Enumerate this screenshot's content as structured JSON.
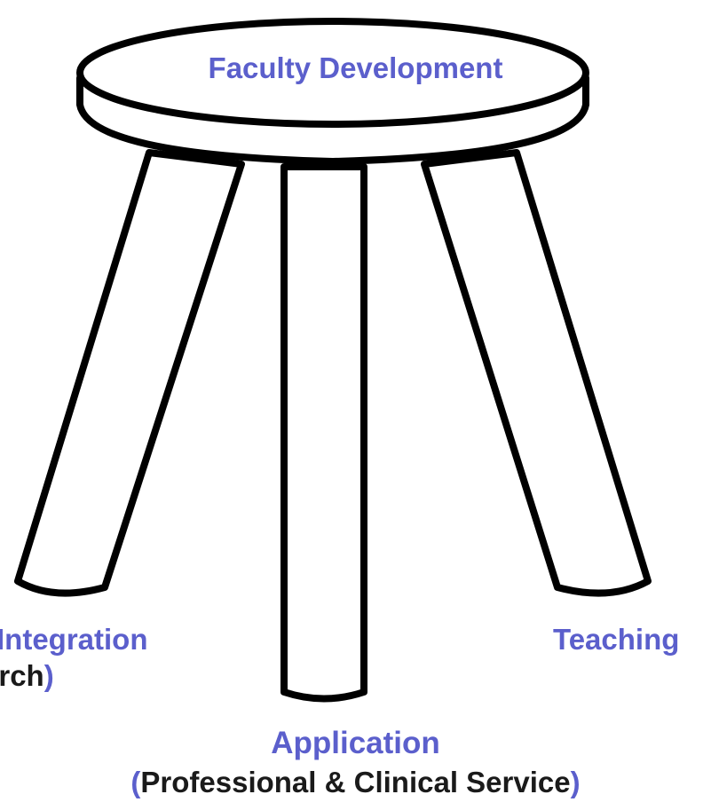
{
  "seat": {
    "title": "Faculty Development"
  },
  "legs": {
    "left": {
      "title": "Integration",
      "subtitle_text": "arch",
      "subtitle_close": ")"
    },
    "right": {
      "title": "Teaching"
    },
    "center": {
      "title": "Application",
      "subtitle_open": "(",
      "subtitle_text": "Professional & Clinical Service",
      "subtitle_close": ")"
    }
  },
  "colors": {
    "accent": "#5b5fcc",
    "outline": "#000000",
    "text_dark": "#1a1a1a",
    "background": "#ffffff"
  }
}
